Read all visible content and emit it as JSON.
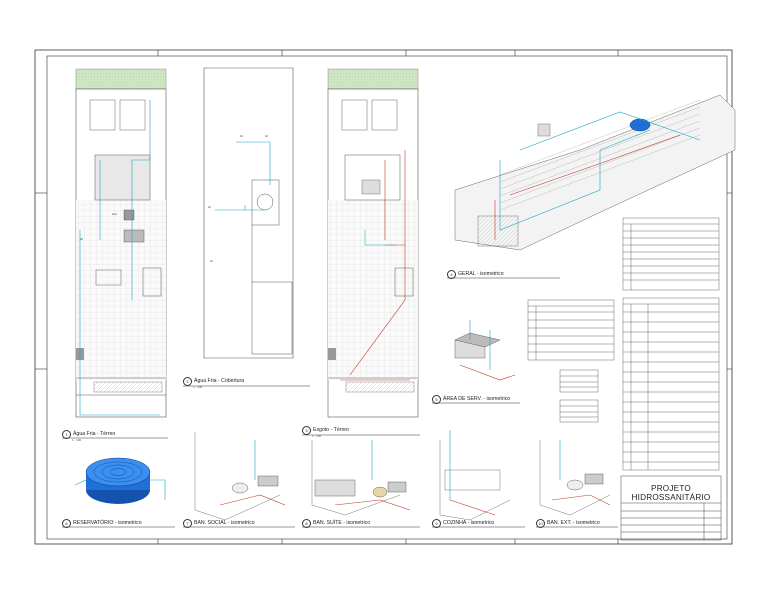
{
  "project_title": "PROJETO HIDROSSANITÁRIO",
  "views": [
    {
      "id": "v1",
      "number": "1",
      "title": "Água Fria - Térreo",
      "scale": "1 : 100"
    },
    {
      "id": "v2",
      "number": "2",
      "title": "Água Fria - Cobertura",
      "scale": "1 : 100"
    },
    {
      "id": "v3",
      "number": "3",
      "title": "Esgoto - Térreo",
      "scale": "1 : 100"
    },
    {
      "id": "v4",
      "number": "4",
      "title": "GERAL - isometrico",
      "scale": ""
    },
    {
      "id": "v5",
      "number": "5",
      "title": "ÁREA DE SERV. - isometrico",
      "scale": ""
    },
    {
      "id": "v6",
      "number": "6",
      "title": "RESERVATÓRIO - isometrico",
      "scale": ""
    },
    {
      "id": "v7",
      "number": "7",
      "title": "BAN. SOCIAL - isometrico",
      "scale": ""
    },
    {
      "id": "v8",
      "number": "8",
      "title": "BAN. SUÍTE - isometrico",
      "scale": ""
    },
    {
      "id": "v9",
      "number": "9",
      "title": "COZINHA - isometrico",
      "scale": ""
    },
    {
      "id": "v10",
      "number": "10",
      "title": "BAN. EXT. - isometrico",
      "scale": ""
    }
  ],
  "colors": {
    "border": "#333333",
    "cold_water": "#1aa6c4",
    "sewage": "#c0392b",
    "tank_blue": "#1f6fd6",
    "grass": "#cfe6c4",
    "linework": "#555555"
  }
}
